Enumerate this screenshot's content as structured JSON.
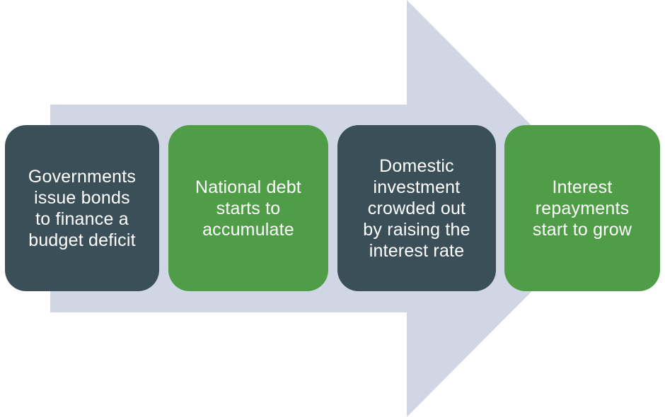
{
  "diagram": {
    "type": "process-flow",
    "background": "#ffffff",
    "arrow": {
      "direction": "right",
      "fill": "#d0d6e3"
    },
    "text_color": "#ffffff",
    "steps": [
      {
        "label": "Governments\nissue bonds\nto finance a\nbudget deficit",
        "fill": "#3a4f58"
      },
      {
        "label": "National debt\nstarts to\naccumulate",
        "fill": "#4f9e47"
      },
      {
        "label": "Domestic\ninvestment\ncrowded out\nby raising the\ninterest rate",
        "fill": "#3a4f58"
      },
      {
        "label": "Interest\nrepayments\nstart to grow",
        "fill": "#4f9e47"
      }
    ]
  }
}
